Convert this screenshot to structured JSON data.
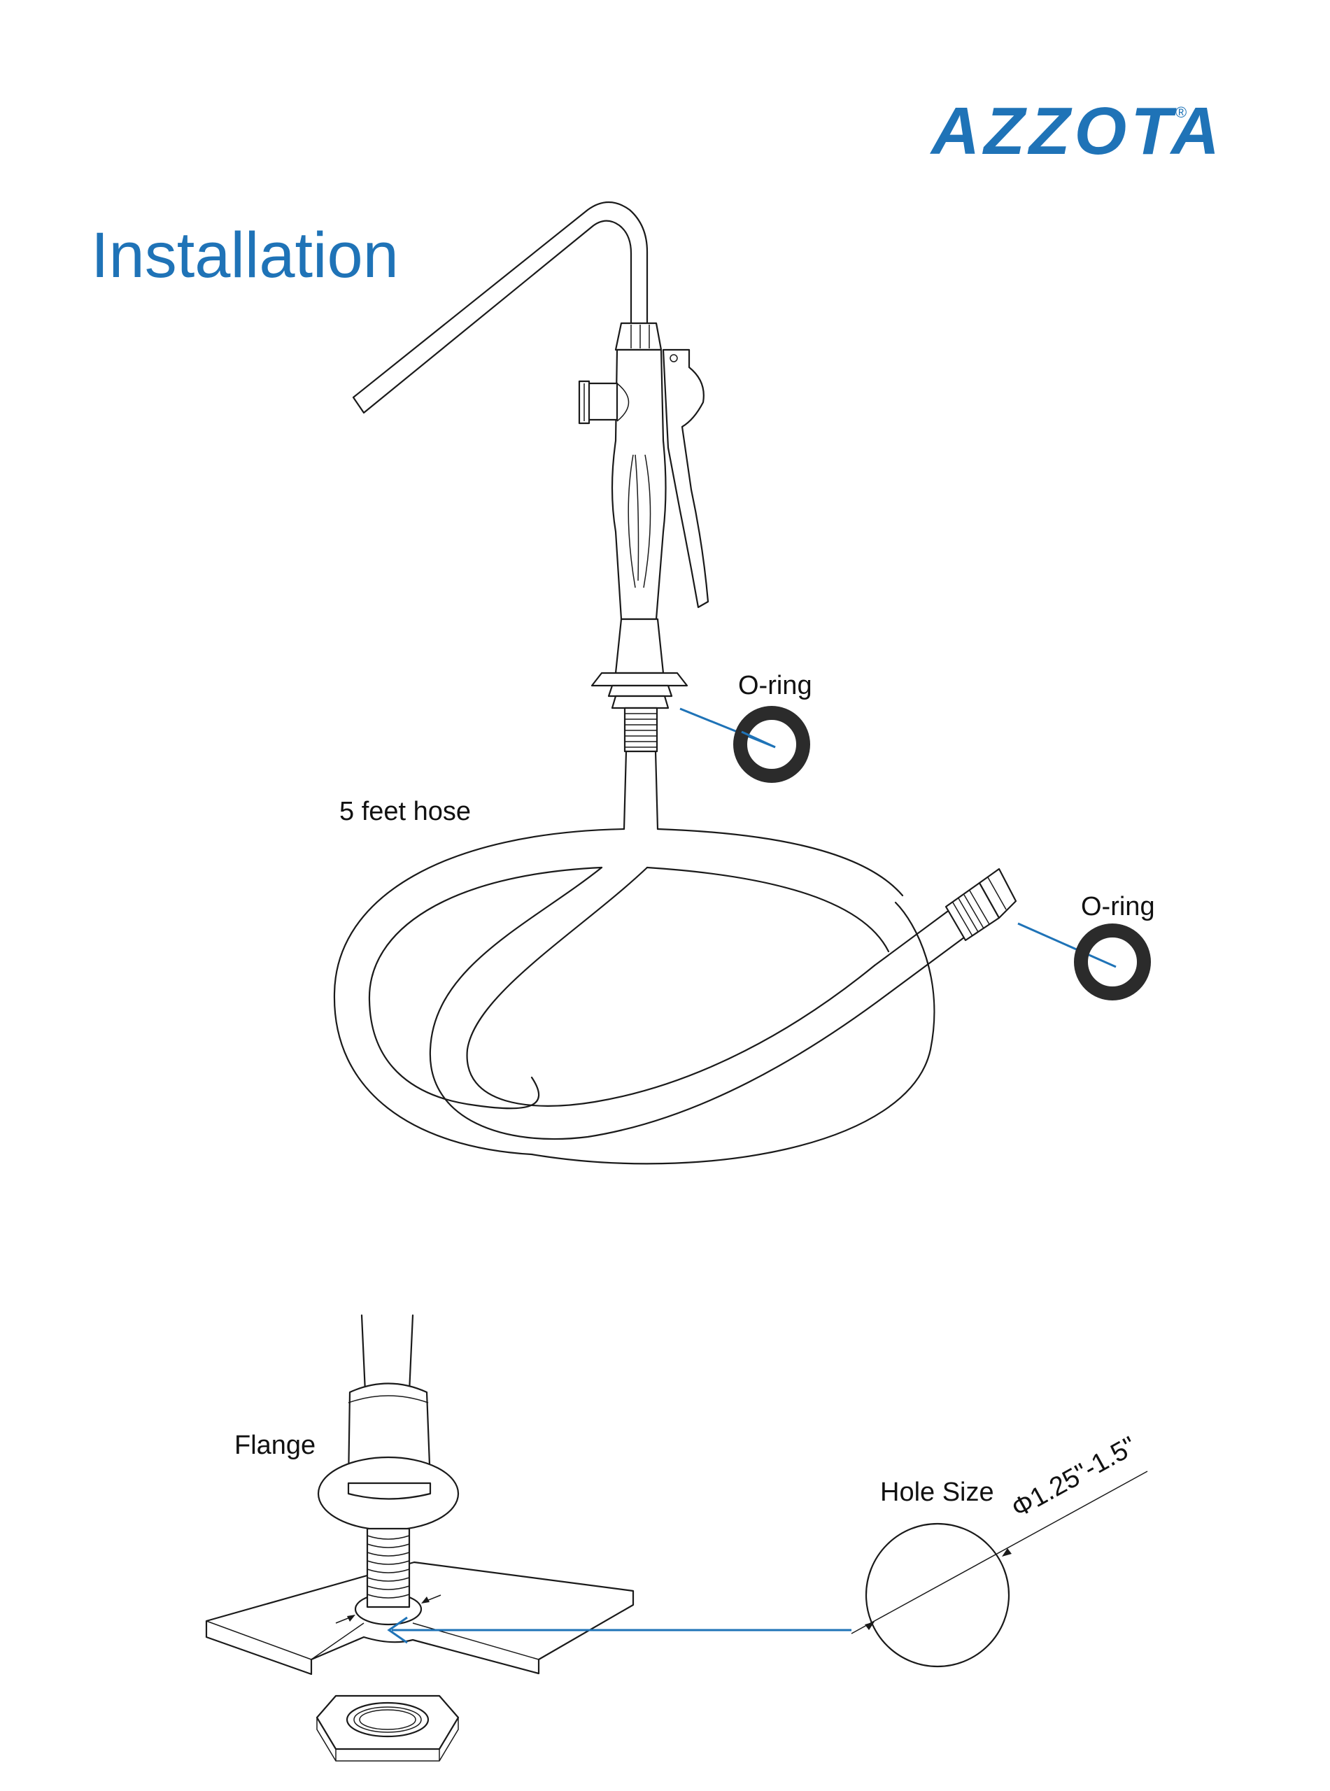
{
  "brand": {
    "logo_text": "AZZOTA",
    "registered_mark": "®",
    "color": "#1f73b7"
  },
  "page": {
    "title": "Installation",
    "title_color": "#1f73b7"
  },
  "labels": {
    "oring_top": "O-ring",
    "oring_right": "O-ring",
    "hose": "5 feet hose",
    "flange": "Flange",
    "hole_size": "Hole Size",
    "hole_dimension": "Φ1.25\"-1.5\""
  },
  "colors": {
    "leader_line": "#1f73b7",
    "oring": "#2b2b2b",
    "line_art": "#1a1a1a"
  },
  "icons": {
    "logo": "azzota-logo",
    "oring": "o-ring-icon"
  }
}
